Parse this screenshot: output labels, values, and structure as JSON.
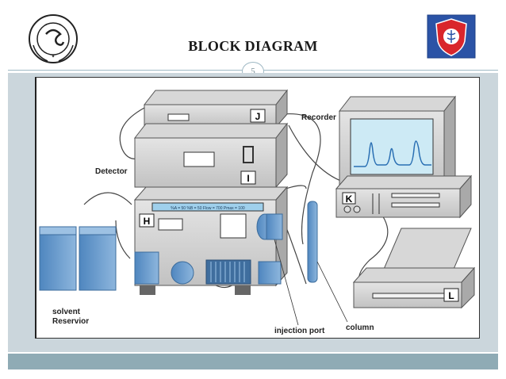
{
  "slide": {
    "title": "BLOCK DIAGRAM",
    "page_number": "5"
  },
  "diagram": {
    "labels": {
      "recorder": "Recorder",
      "detector": "Detector",
      "solvent_reservoir_line1": "solvent",
      "solvent_reservoir_line2": "Reservior",
      "injection_port": "injection port",
      "column": "column"
    },
    "letters": {
      "J": "J",
      "I": "I",
      "H": "H",
      "K": "K",
      "L": "L"
    },
    "display_readout": "%A = 50   %B = 50   Flow = 700   Pmax = 100"
  },
  "colors": {
    "panel": "#cbd6dc",
    "footer": "#8fabb5",
    "box_gray": "#c9c9c9",
    "reservoir_blue": "#6f9fc9",
    "trace_blue": "#2a6fb3"
  }
}
